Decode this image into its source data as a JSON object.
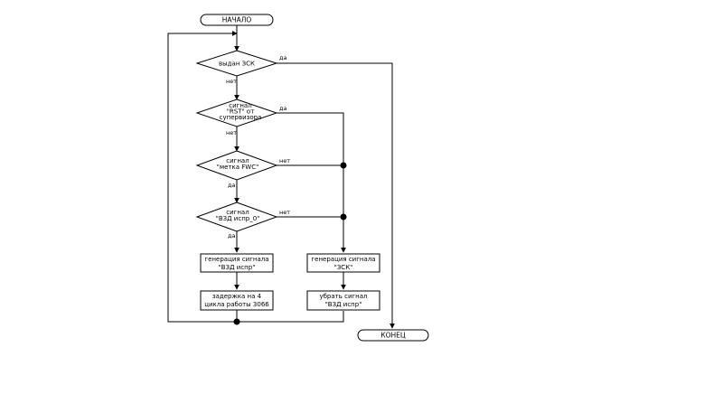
{
  "flowchart": {
    "start": "НАЧАЛО",
    "end": "КОНЕЦ",
    "decisions": {
      "d1": [
        "выдан ЗСК"
      ],
      "d2": [
        "сигнал",
        "\"RST\" от",
        "супервизора"
      ],
      "d3": [
        "сигнал",
        "\"метка FWC\""
      ],
      "d4": [
        "сигнал",
        "\"BЗД испр_0\""
      ]
    },
    "processes": {
      "p1": [
        "генерация сигнала",
        "\"BЗД испр\""
      ],
      "p2": [
        "задержка на 4",
        "цикла работы 3066"
      ],
      "p3": [
        "генерация сигнала",
        "\"ЗСК\""
      ],
      "p4": [
        "убрать сигнал",
        "\"BЗД испр\""
      ]
    },
    "edge_labels": {
      "d1_yes": "да",
      "d1_no": "нет",
      "d2_yes": "да",
      "d2_no": "нет",
      "d3_no": "нет",
      "d3_yes": "да",
      "d4_no": "нет",
      "d4_yes": "да"
    }
  }
}
